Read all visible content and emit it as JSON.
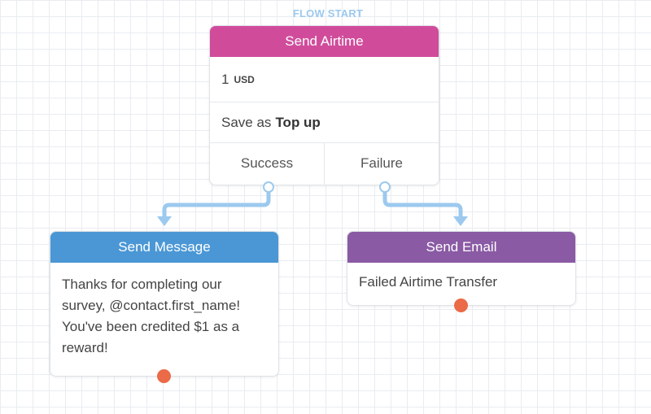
{
  "flow_start_label": "FLOW START",
  "colors": {
    "airtime_header": "#d04c9b",
    "message_header": "#4b97d5",
    "email_header": "#8a5aa4",
    "connector": "#9cc9ee",
    "exit_dot": "#eb6a47",
    "flow_start": "#9cc9ee"
  },
  "airtime_node": {
    "title": "Send Airtime",
    "amount": "1",
    "currency": "USD",
    "save_prefix": "Save as",
    "save_name": "Top up",
    "exits": {
      "success": "Success",
      "failure": "Failure"
    }
  },
  "message_node": {
    "title": "Send Message",
    "lines": [
      "Thanks for completing our",
      "survey, @contact.first_name!",
      "You've been credited $1 as a",
      "reward!"
    ]
  },
  "email_node": {
    "title": "Send Email",
    "subject": "Failed Airtime Transfer"
  }
}
